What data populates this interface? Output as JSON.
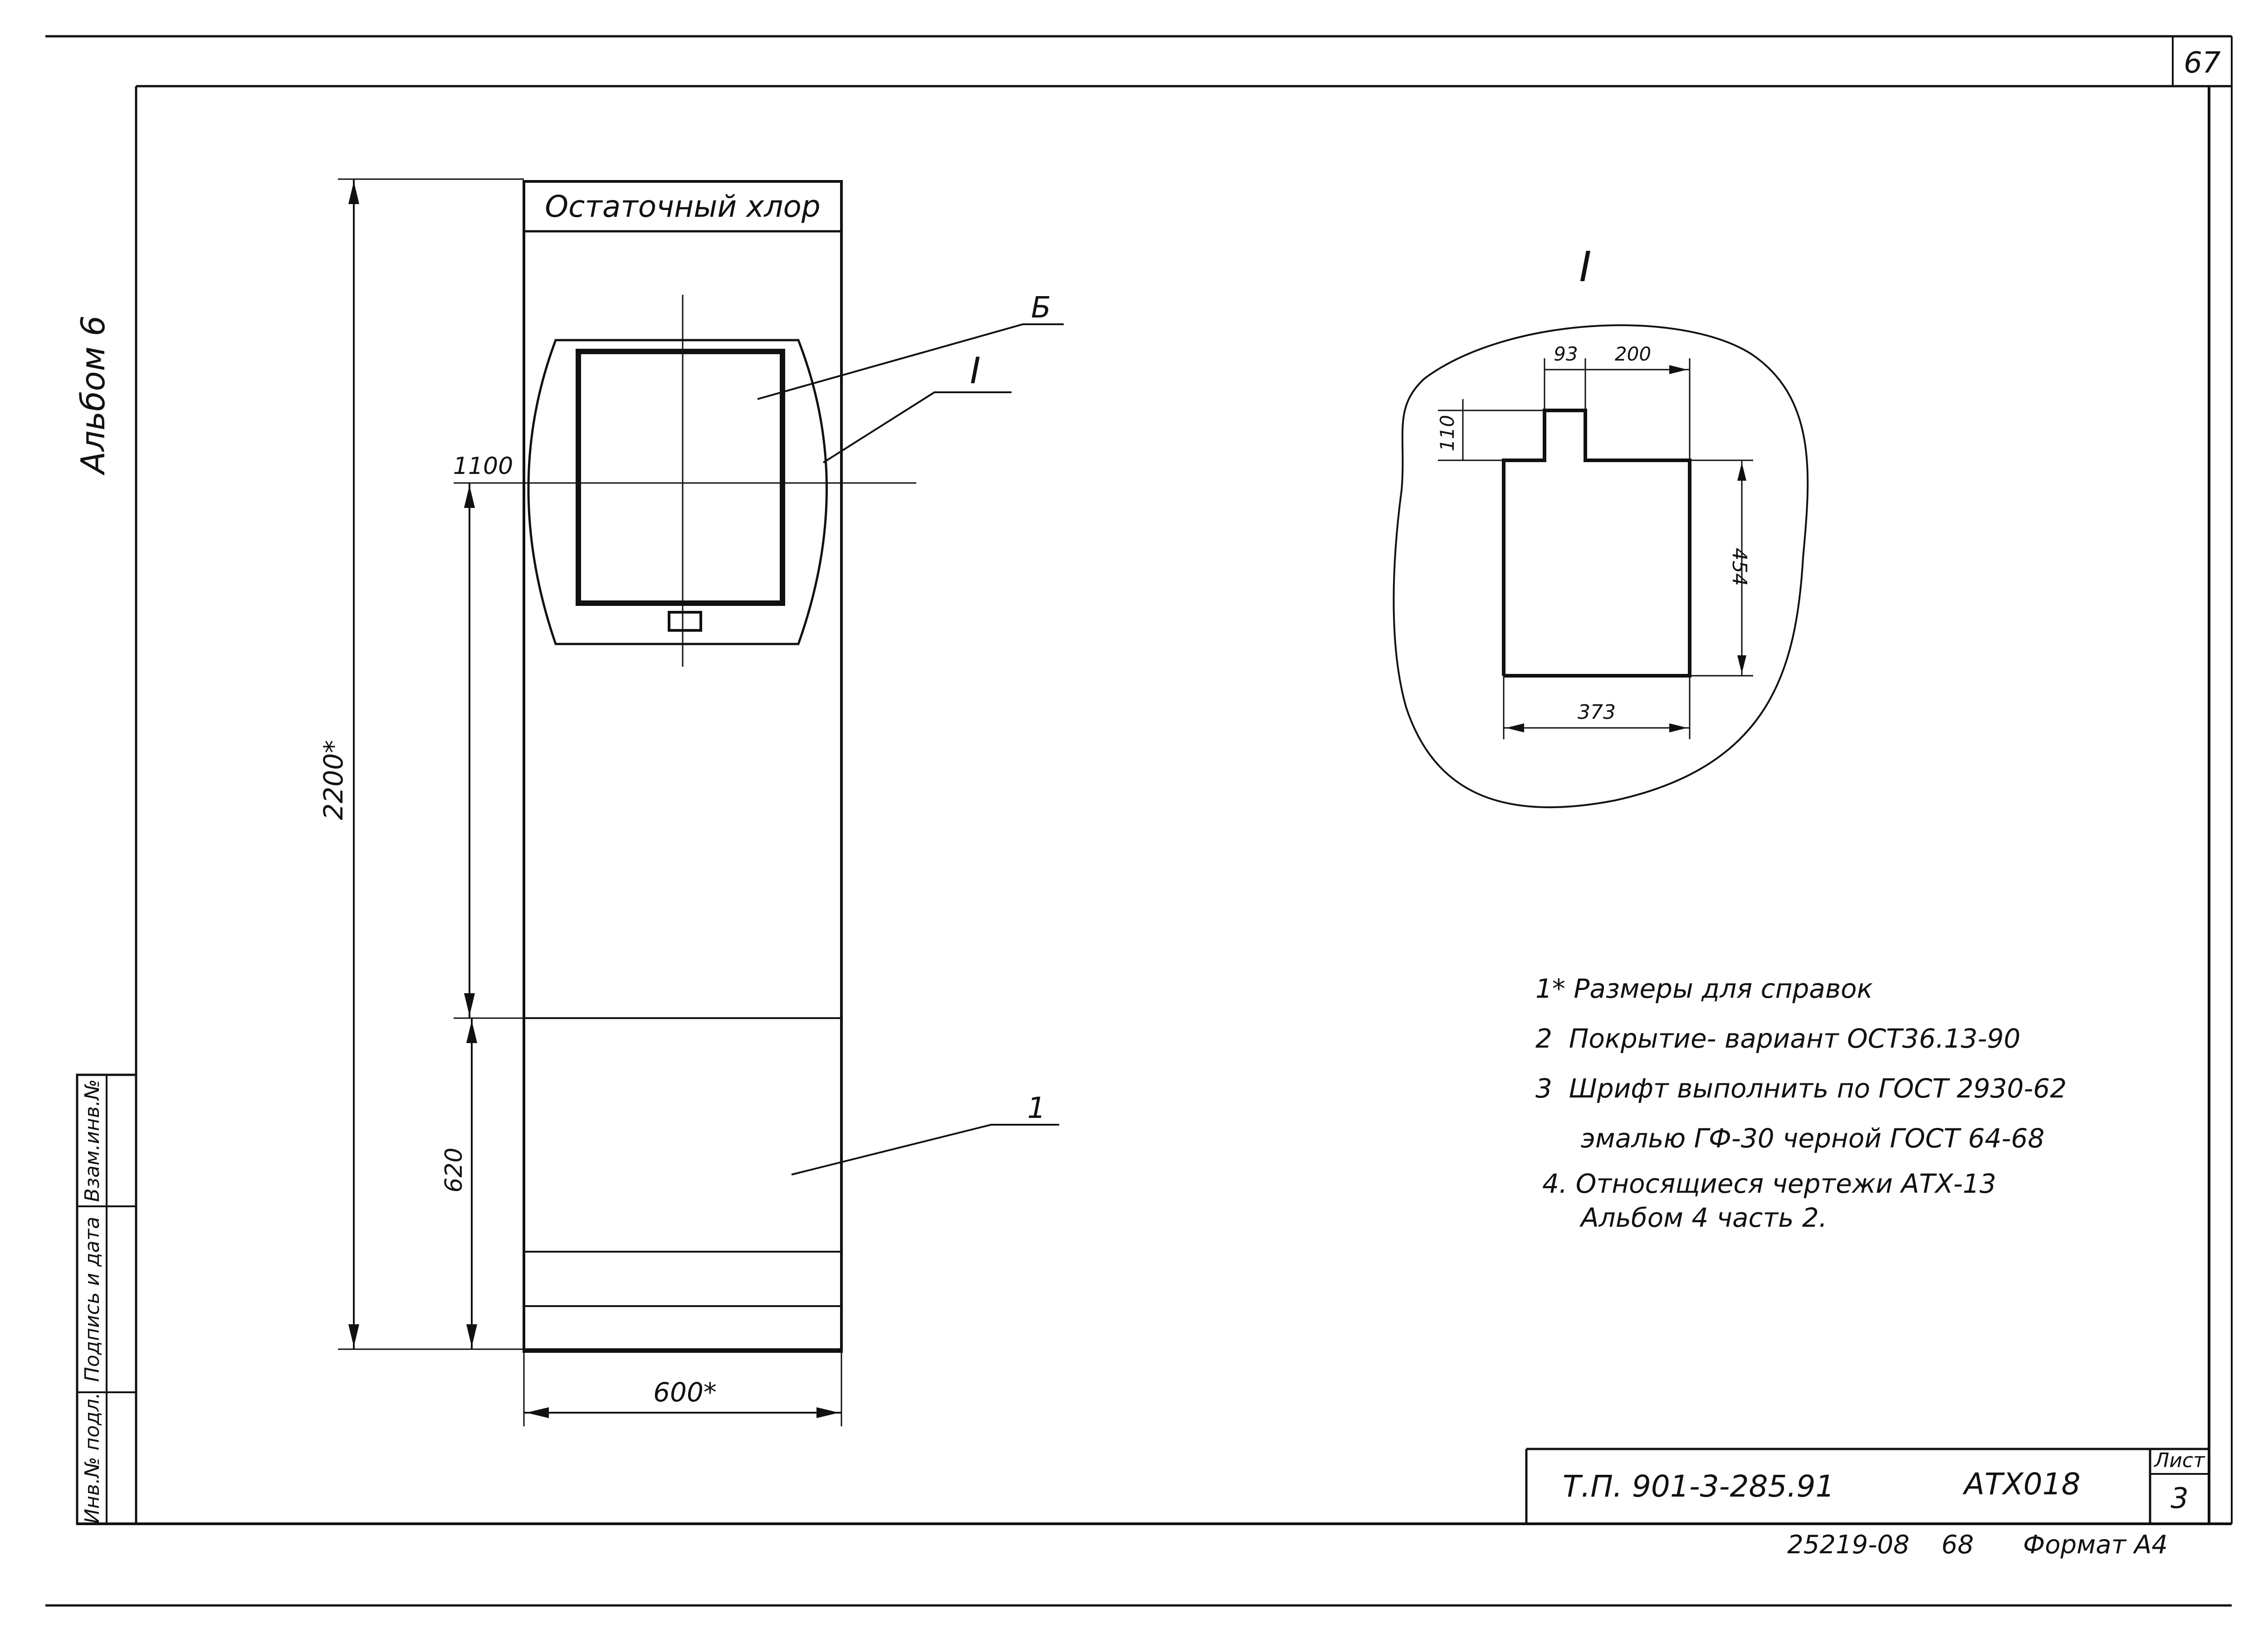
{
  "sheet": {
    "corner_number": "67",
    "album_label": "Альбом 6",
    "stamp_cells": [
      "Инв.№ подл.",
      "Подпись и дата",
      "Взам.инв.№"
    ]
  },
  "panel": {
    "title": "Остаточный хлор",
    "dims": {
      "height": "2200*",
      "width": "600*",
      "upper": "1100",
      "lower": "620"
    },
    "leaders": {
      "b": "Б",
      "view": "I",
      "part": "1"
    }
  },
  "detail": {
    "title": "I",
    "dims": {
      "d93": "93",
      "d200": "200",
      "d110": "110",
      "d454": "454",
      "d373": "373"
    }
  },
  "notes": [
    "1* Размеры для справок",
    "2  Покрытие- вариант ОСТ36.13-90",
    "3  Шрифт выполнить по ГОСТ 2930-62",
    "эмалью ГФ-30 черной ГОСТ 64-68",
    "4. Относящиеся чертежи АТХ-13",
    "Альбом 4 часть 2."
  ],
  "title_block": {
    "doc_number": "Т.П. 901-3-285.91",
    "code": "АТХ018",
    "sheet_label": "Лист",
    "sheet_number": "3"
  },
  "footer": {
    "order": "25219-08",
    "page": "68",
    "format": "Формат А4"
  }
}
